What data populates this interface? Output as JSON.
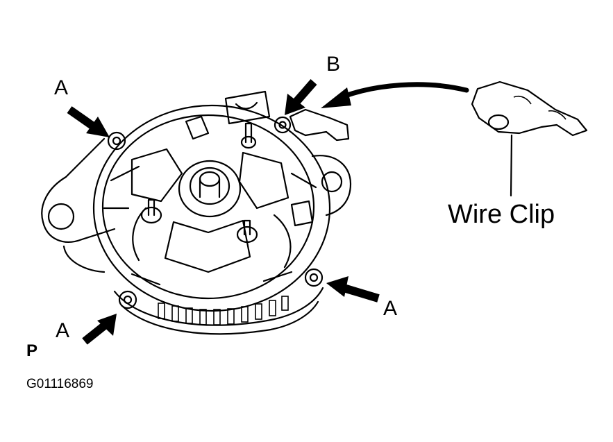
{
  "labels": {
    "callout_a_top_left": "A",
    "callout_b": "B",
    "callout_a_right": "A",
    "callout_a_bottom_left": "A",
    "wire_clip": "Wire Clip",
    "corner_mark": "P",
    "figure_id": "G01116869"
  },
  "colors": {
    "ink": "#000000",
    "background": "#ffffff"
  }
}
